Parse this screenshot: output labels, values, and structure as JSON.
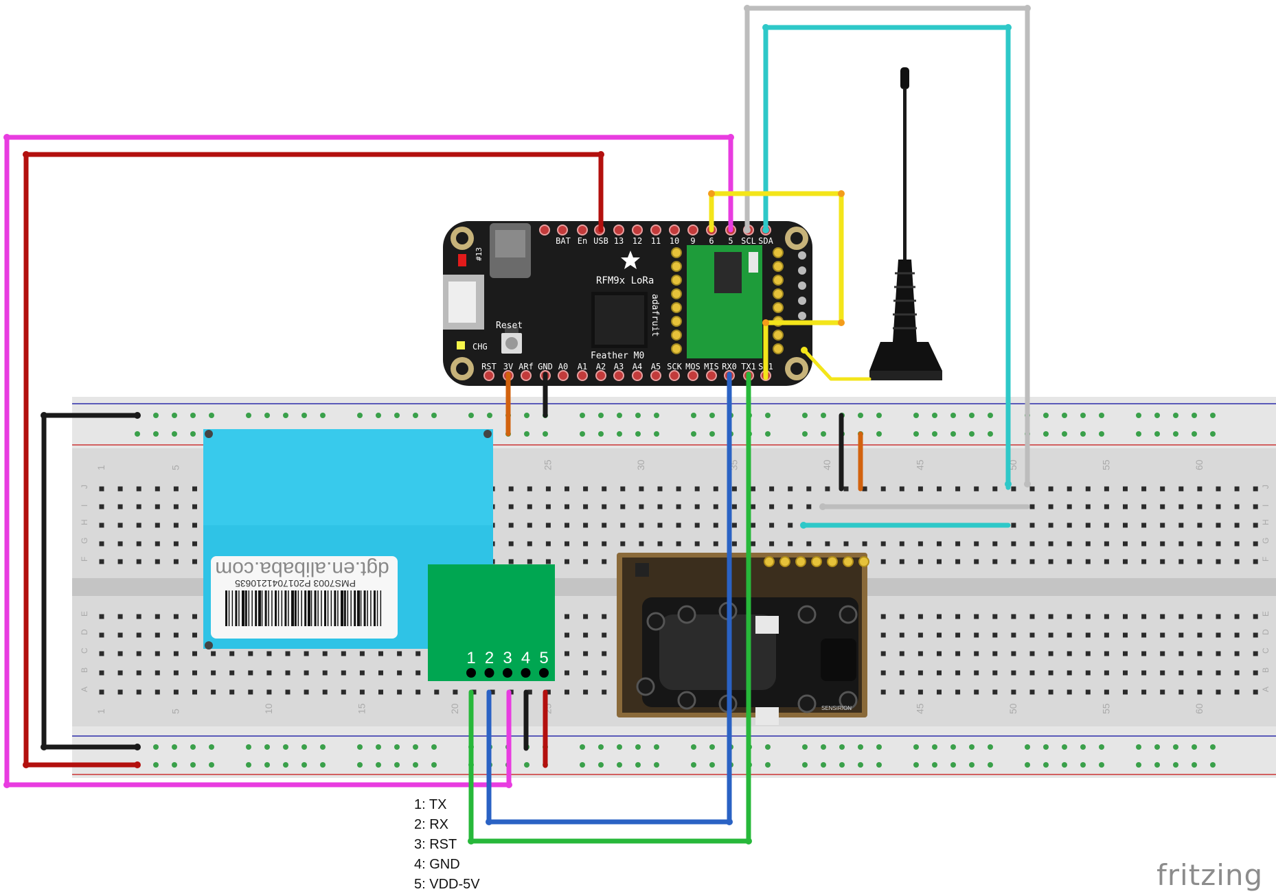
{
  "feather": {
    "top_pins": [
      "BAT",
      "En",
      "USB",
      "13",
      "12",
      "11",
      "10",
      "9",
      "6",
      "5",
      "SCL",
      "SDA"
    ],
    "bottom_pins": [
      "RST",
      "3V",
      "ARf",
      "GND",
      "A0",
      "A1",
      "A2",
      "A3",
      "A4",
      "A5",
      "SCK",
      "MOS",
      "MIS",
      "RX0",
      "TX1",
      "SD1"
    ],
    "title": "RFM9x LoRa",
    "brand": "adafruit",
    "model": "Feather M0",
    "reset_label": "Reset",
    "chg_label": "CHG",
    "led_label": "#13"
  },
  "breadboard": {
    "row_letters_top": [
      "J",
      "I",
      "H",
      "G",
      "F"
    ],
    "row_letters_bottom": [
      "E",
      "D",
      "C",
      "B",
      "A"
    ],
    "column_labels": [
      "1",
      "5",
      "10",
      "15",
      "20",
      "25",
      "30",
      "35",
      "40",
      "45",
      "50",
      "55",
      "60"
    ]
  },
  "pms_sensor": {
    "sticker_line1": "dgt.en.alibaba.com",
    "sticker_line2": "PMS7003 P2017041210635",
    "pin_numbers": [
      "1",
      "2",
      "3",
      "4",
      "5"
    ]
  },
  "co2_sensor": {
    "label": "SENSIRION"
  },
  "legend": {
    "pin1": "1: TX",
    "pin2": "2: RX",
    "pin3": "3: RST",
    "pin4": "4: GND",
    "pin5": "5: VDD-5V"
  },
  "watermark": "fritzing",
  "colors": {
    "wire_magenta": "#e83ce0",
    "wire_red": "#b3100e",
    "wire_black": "#1a1a1a",
    "wire_yellow": "#f3e51a",
    "wire_grey": "#bdbdbd",
    "wire_cyan": "#2ec8c8",
    "wire_blue": "#2a62c4",
    "wire_green": "#27b83a",
    "wire_orange": "#d2620e",
    "breadboard": "#d9d9d9",
    "pms_blue": "#2fc3e6",
    "pms_board": "#00a651"
  }
}
